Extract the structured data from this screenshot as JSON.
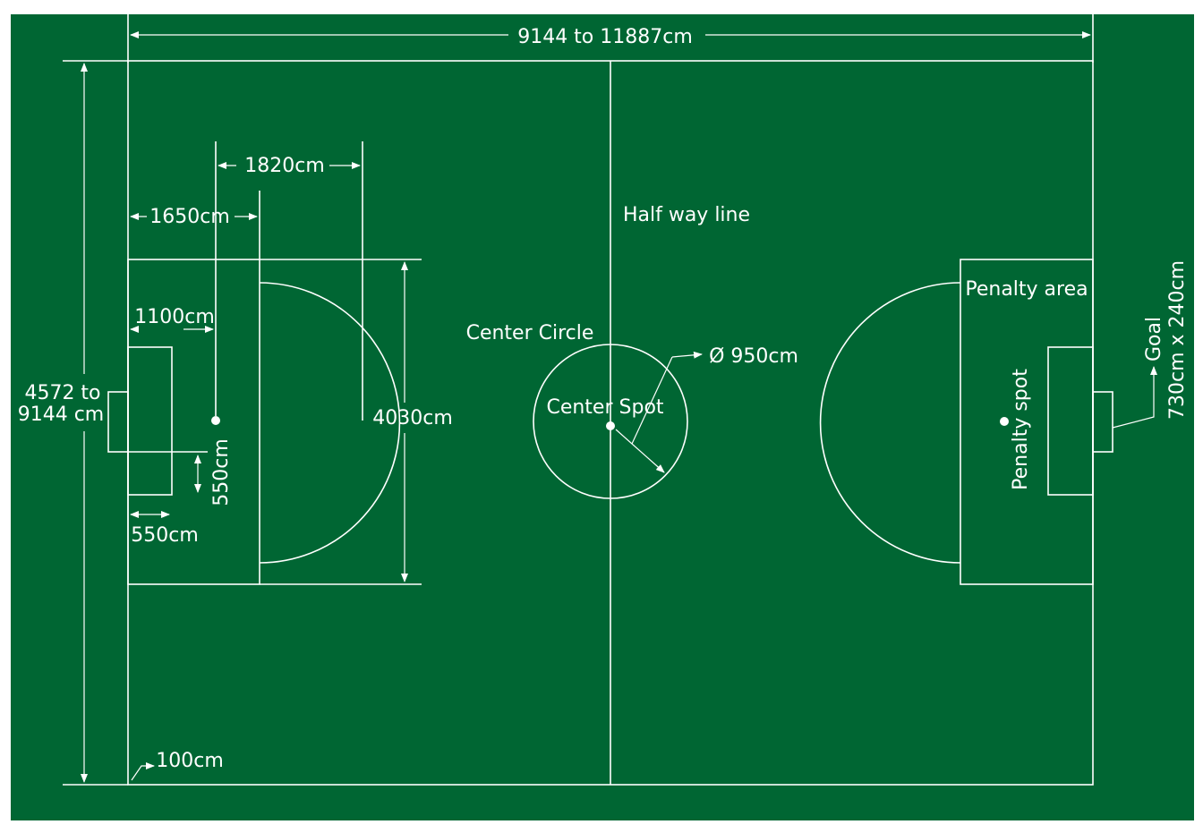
{
  "colors": {
    "background": "#ffffff",
    "field": "#006633",
    "lines": "#ffffff"
  },
  "labels": {
    "length": "9144 to 11887cm",
    "width_line1": "4572 to",
    "width_line2": "9144 cm",
    "dist_1820": "1820cm",
    "dist_1650": "1650cm",
    "dist_1100": "1100cm",
    "dist_550_vertical": "550cm",
    "dist_550_horizontal": "550cm",
    "dist_4030": "4030cm",
    "halfway_line": "Half way line",
    "center_circle": "Center Circle",
    "center_diameter": "Ø 950cm",
    "center_spot": "Center Spot",
    "penalty_area": "Penalty area",
    "penalty_spot": "Penalty spot",
    "goal_title": "Goal",
    "goal_size": "730cm x 240cm",
    "corner_100": "100cm"
  }
}
